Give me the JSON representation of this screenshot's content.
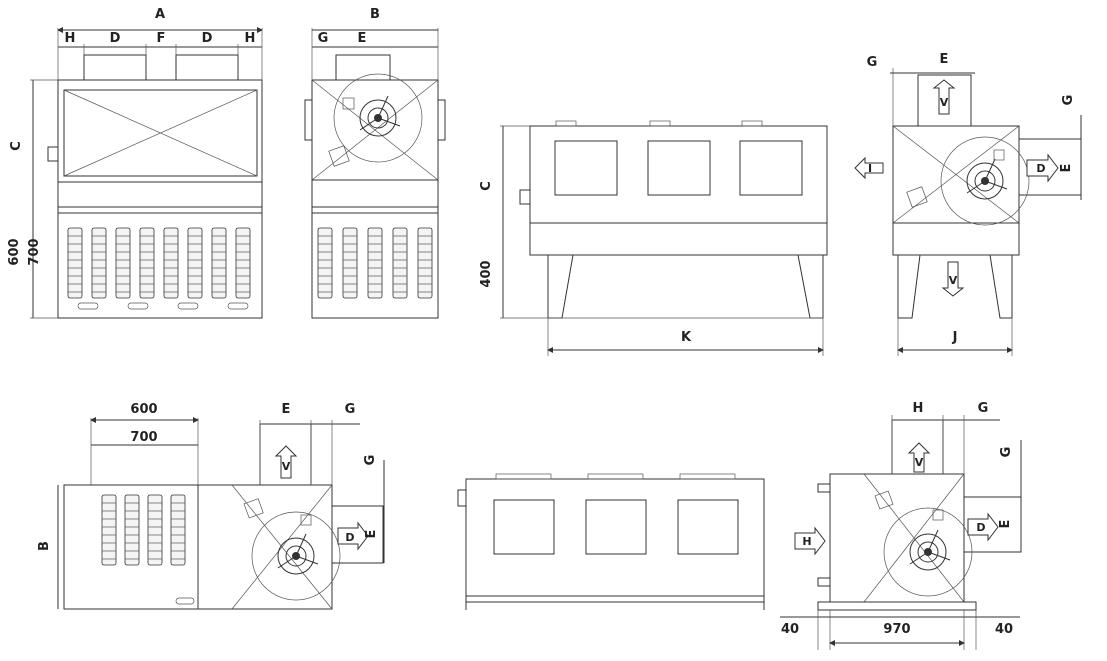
{
  "labels": {
    "A": "A",
    "B": "B",
    "C": "C",
    "D": "D",
    "E": "E",
    "F": "F",
    "G": "G",
    "H": "H",
    "J": "J",
    "K": "K",
    "V": "V",
    "I": "I"
  },
  "dims": {
    "d600": "600",
    "d700": "700",
    "d400": "400",
    "d970": "970",
    "d40": "40"
  }
}
